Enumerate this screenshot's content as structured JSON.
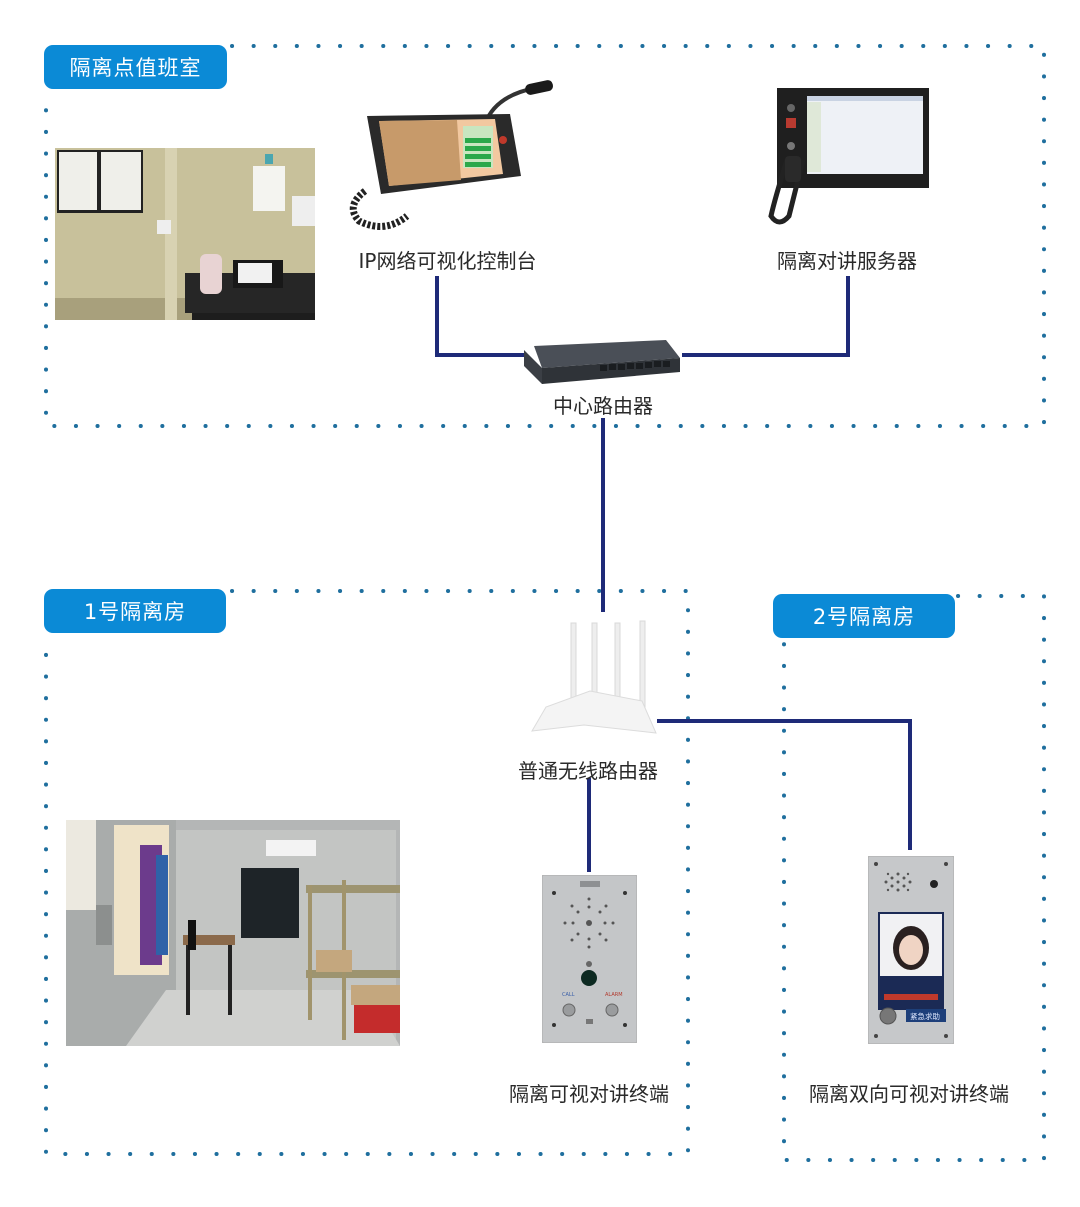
{
  "zones": {
    "duty_room": {
      "label": "隔离点值班室"
    },
    "room1": {
      "label": "1号隔离房"
    },
    "room2": {
      "label": "2号隔离房"
    }
  },
  "devices": {
    "console": {
      "label": "IP网络可视化控制台"
    },
    "server": {
      "label": "隔离对讲服务器"
    },
    "core_router": {
      "label": "中心路由器"
    },
    "wifi_router": {
      "label": "普通无线路由器"
    },
    "terminal1": {
      "label": "隔离可视对讲终端",
      "buttons": [
        "CALL",
        "ALARM"
      ]
    },
    "terminal2": {
      "label": "隔离双向可视对讲终端",
      "button_label": "紧急求助"
    }
  },
  "colors": {
    "zone_tag": "#0b8ad6",
    "dots": "#1f6f9e",
    "wire": "#1e2a78"
  }
}
